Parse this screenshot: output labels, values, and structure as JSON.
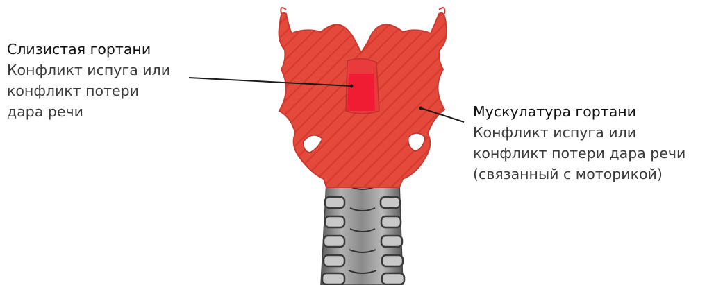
{
  "labels": {
    "mucosa": {
      "title": "Слизистая гортани",
      "desc": "Конфликт испуга или\nконфликт потери\nдара речи"
    },
    "muscles": {
      "title": "Мускулатура гортани",
      "desc": "Конфликт испуга или\nконфликт потери дара речи\n(связанный с моторикой)"
    }
  },
  "colors": {
    "larynx_red": "#e8453a",
    "larynx_dark": "#c9302a",
    "mucosa_red": "#f02035",
    "trachea_gray": "#8f8f8f",
    "leader_line": "#1a1a1a"
  }
}
